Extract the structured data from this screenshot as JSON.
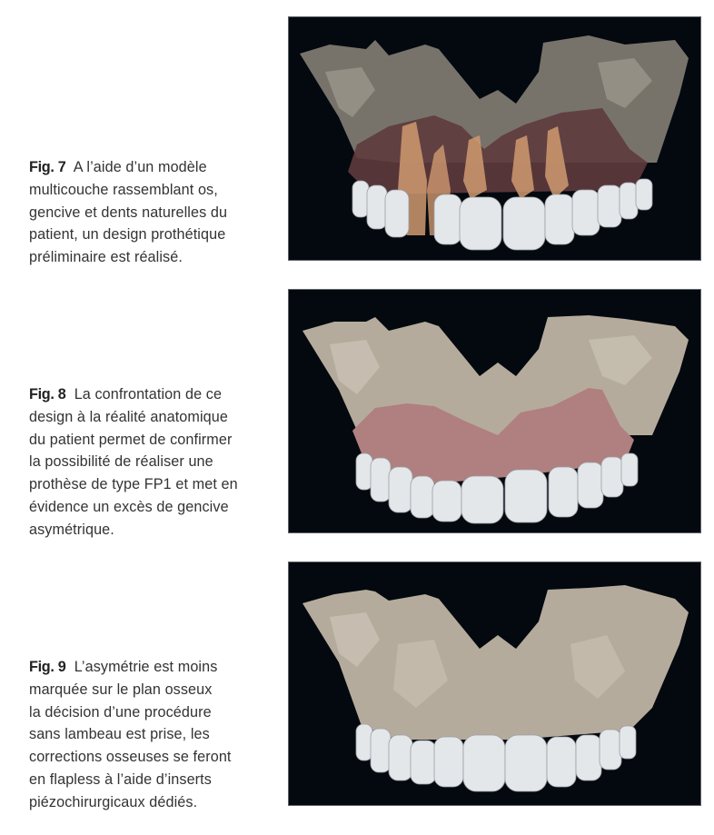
{
  "figures": [
    {
      "label": "Fig. 7",
      "caption": "A l’aide d’un modèle multicouche rassemblant os, gencive et dents naturelles du patient, un design prothétique préliminaire est réalisé.",
      "caption_lines": [
        "A l’aide d’un modèle",
        "multicouche rassemblant os,",
        "gencive et dents naturelles du",
        "patient, un design prothétique",
        "préliminaire est réalisé."
      ],
      "image_description": "3D multilayer model: translucent bone, dark gingiva, orange natural teeth roots, white prosthetic teeth"
    },
    {
      "label": "Fig. 8",
      "caption": "La confrontation de ce design à la réalité anatomique du patient permet de confirmer la possibilité de réaliser une prothèse de type FP1 et met en évidence un excès de gencive asymétrique.",
      "caption_lines": [
        "La confrontation de ce",
        "design à la réalité anatomique",
        "du patient permet de confirmer",
        "la possibilité de réaliser une",
        "prothèse de type FP1 et met en",
        "évidence un excès de gencive",
        "asymétrique."
      ],
      "image_description": "3D model: opaque bone, pink gingiva, white prosthetic teeth"
    },
    {
      "label": "Fig. 9",
      "caption": "L’asymétrie est moins marquée sur le plan osseux la décision d’une procédure sans lambeau est prise, les corrections osseuses se feront en flapless à l’aide d’inserts piézochirurgicaux dédiés.",
      "caption_lines": [
        "L’asymétrie est moins",
        "marquée sur le plan osseux",
        "la décision d’une procédure",
        "sans lambeau est prise, les",
        "corrections osseuses se feront",
        "en flapless à l’aide d’inserts",
        "piézochirurgicaux dédiés."
      ],
      "image_description": "3D model: bone and white prosthetic teeth only"
    }
  ],
  "colors": {
    "panel_bg": "#03090f",
    "bone": "#b5ab9c",
    "gingiva_dark": "#5e3b3d",
    "gingiva_pink": "#b07f7f",
    "root_orange": "#d09a70",
    "teeth": "#e4e7ea"
  }
}
